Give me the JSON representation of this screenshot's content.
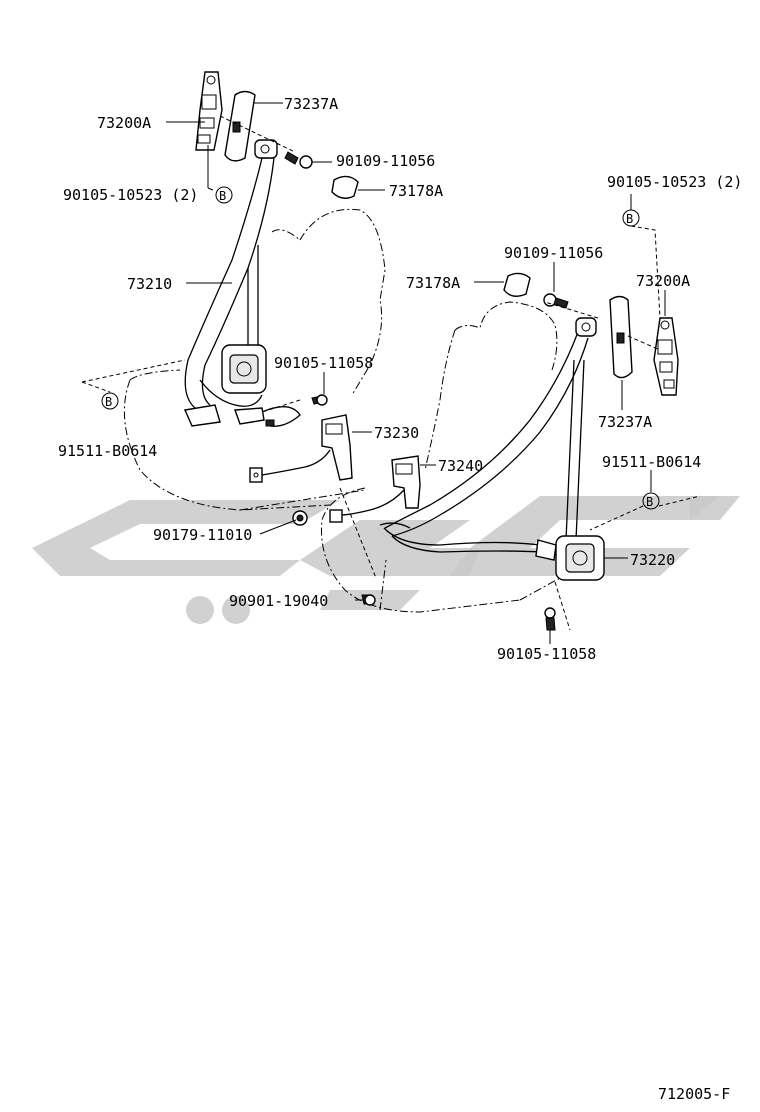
{
  "labels": {
    "l_73200A": "73200A",
    "l_73237A": "73237A",
    "l_90109_11056": "90109-11056",
    "l_73178A": "73178A",
    "l_90105_10523": "90105-10523 (2)",
    "l_73210": "73210",
    "l_90105_11058": "90105-11058",
    "l_91511_B0614": "91511-B0614",
    "l_73230": "73230",
    "l_90179_11010": "90179-11010",
    "r_90105_10523": "90105-10523 (2)",
    "r_90109_11056": "90109-11056",
    "r_73178A": "73178A",
    "r_73200A": "73200A",
    "r_73237A": "73237A",
    "r_91511_B0614": "91511-B0614",
    "r_73240": "73240",
    "r_73220": "73220",
    "r_90901_19040": "90901-19040",
    "r_90105_11058": "90105-11058"
  },
  "markers": {
    "b1": "B",
    "b2": "B",
    "b3": "B",
    "b4": "B"
  },
  "figure_code": "712005-F",
  "colors": {
    "line": "#000000",
    "watermark": "#c9c9c9",
    "background": "#ffffff"
  }
}
